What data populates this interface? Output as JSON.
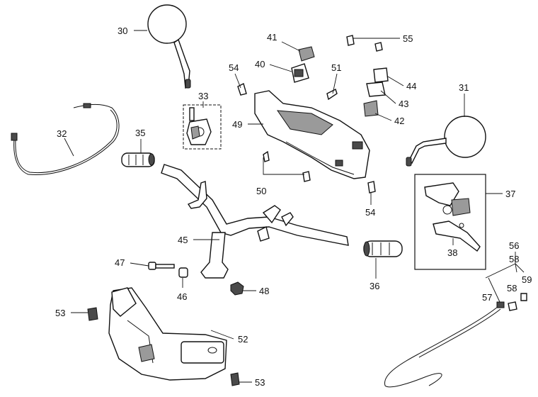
{
  "callouts": {
    "c30": "30",
    "c31": "31",
    "c32": "32",
    "c33": "33",
    "c35": "35",
    "c36": "36",
    "c37": "37",
    "c38": "38",
    "c40": "40",
    "c41": "41",
    "c42": "42",
    "c43": "43",
    "c44": "44",
    "c45": "45",
    "c46": "46",
    "c47": "47",
    "c48": "48",
    "c49": "49",
    "c50": "50",
    "c51": "51",
    "c52": "52",
    "c53a": "53",
    "c53b": "53",
    "c54a": "54",
    "c54b": "54",
    "c55": "55",
    "c56": "56",
    "c57": "57",
    "c58a": "58",
    "c58b": "58",
    "c59": "59"
  },
  "colors": {
    "line": "#111111",
    "shade": "#9a9a9a",
    "dark": "#4a4a4a",
    "background": "#ffffff"
  }
}
